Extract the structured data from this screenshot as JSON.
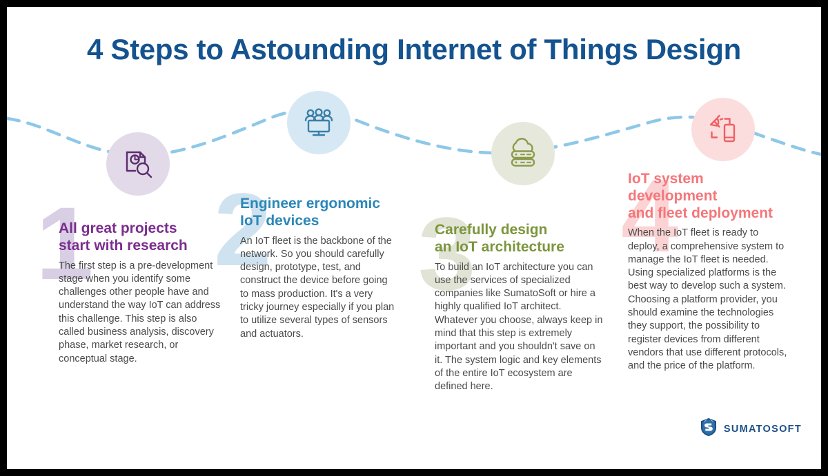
{
  "header": {
    "title": "4 Steps to Astounding Internet of Things Design",
    "title_color": "#14538f"
  },
  "wave": {
    "color": "#8ec8e8",
    "style": "dashed"
  },
  "steps": [
    {
      "number": "1",
      "number_color": "#d8cfe4",
      "heading": "All great projects\nstart with research",
      "heading_line1": "All great projects",
      "heading_line2": "start with research",
      "heading_color": "#7b2d8e",
      "body": "The first step is a pre-development stage when you identify some challenges other people have and understand the way IoT can address this challenge. This step is also called business analysis, discovery phase, market research, or conceptual stage.",
      "icon": "document-analytics-search-icon",
      "icon_color": "#5b2d6e",
      "circle_color": "#e2dae8"
    },
    {
      "number": "2",
      "number_color": "#cfe2ef",
      "heading_line1": "Engineer ergonomic",
      "heading_line2": "IoT devices",
      "heading_color": "#2b87b8",
      "body": "An IoT fleet is the backbone of the network. So you should carefully design, prototype, test, and construct the device before going to mass production. It's a very tricky journey especially if you plan to utilize several types of sensors and actuators.",
      "icon": "team-monitor-icon",
      "icon_color": "#3a7fa8",
      "circle_color": "#d6e8f3"
    },
    {
      "number": "3",
      "number_color": "#e1e3d4",
      "heading_line1": "Carefully design",
      "heading_line2": "an IoT architecture",
      "heading_color": "#7b963c",
      "body": "To build an IoT architecture you can use the services of specialized companies like SumatoSoft or hire a highly qualified IoT architect. Whatever you choose, always keep in mind that this step is extremely important and you shouldn't save on it. The system logic and key elements of the entire IoT ecosystem are defined here.",
      "icon": "cloud-server-icon",
      "icon_color": "#8a9b4a",
      "circle_color": "#e6e8dc"
    },
    {
      "number": "4",
      "number_color": "#fbd3d4",
      "heading_line1": "IoT system",
      "heading_line2": "development",
      "heading_line3": "and fleet deployment",
      "heading_color": "#f4767a",
      "body": "When the IoT fleet is ready to deploy, a comprehensive system to manage the IoT fleet is needed. Using specialized platforms is the best way to develop such a system. Choosing a platform provider, you should examine the technologies they support, the possibility to register devices from different vendors that use different protocols, and the price of the platform.",
      "icon": "satellite-device-icon",
      "icon_color": "#ef5f63",
      "circle_color": "#fbdddd"
    }
  ],
  "footer": {
    "logo_text": "SUMATOSOFT",
    "logo_icon": "sumatosoft-shield-icon",
    "logo_color": "#1b4f86"
  }
}
